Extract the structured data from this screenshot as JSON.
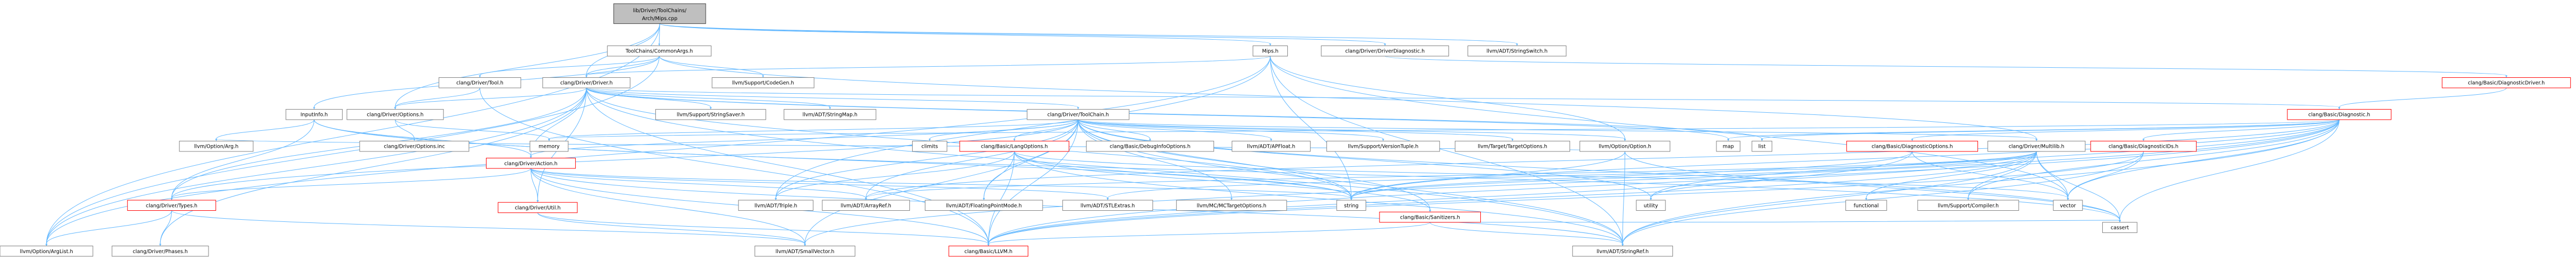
{
  "colors": {
    "root_fill": "#bfbfbf",
    "root_border": "#404040",
    "node_fill": "#ffffff",
    "node_border": "#808080",
    "error_border": "#ff0000",
    "edge": "#63b8ff",
    "text": "#000000"
  },
  "root": "lib/Driver/ToolChains/Arch/Mips.cpp",
  "nodes": [
    {
      "id": "mips_cpp",
      "label": "lib/Driver/ToolChains/Arch/Mips.cpp",
      "kind": "root"
    },
    {
      "id": "cmn_args_h",
      "label": "ToolChains/CommonArgs.h",
      "kind": "normal"
    },
    {
      "id": "mips_h",
      "label": "Mips.h",
      "kind": "normal"
    },
    {
      "id": "drv_diag_h",
      "label": "clang/Driver/DriverDiagnostic.h",
      "kind": "normal"
    },
    {
      "id": "strswitch_h",
      "label": "llvm/ADT/StringSwitch.h",
      "kind": "normal"
    },
    {
      "id": "tool_h",
      "label": "clang/Driver/Tool.h",
      "kind": "normal"
    },
    {
      "id": "driver_h",
      "label": "clang/Driver/Driver.h",
      "kind": "normal"
    },
    {
      "id": "codegen_h",
      "label": "llvm/Support/CodeGen.h",
      "kind": "normal"
    },
    {
      "id": "basic_diag_drv_h",
      "label": "clang/Basic/DiagnosticDriver.h",
      "kind": "error"
    },
    {
      "id": "inputinfo_h",
      "label": "InputInfo.h",
      "kind": "normal"
    },
    {
      "id": "options_h",
      "label": "clang/Driver/Options.h",
      "kind": "normal"
    },
    {
      "id": "strsaver_h",
      "label": "llvm/Support/StringSaver.h",
      "kind": "normal"
    },
    {
      "id": "strmap_h",
      "label": "llvm/ADT/StringMap.h",
      "kind": "normal"
    },
    {
      "id": "toolchain_h",
      "label": "clang/Driver/ToolChain.h",
      "kind": "normal"
    },
    {
      "id": "diagnostic_h",
      "label": "clang/Basic/Diagnostic.h",
      "kind": "error"
    },
    {
      "id": "option_arg_h",
      "label": "llvm/Option/Arg.h",
      "kind": "normal"
    },
    {
      "id": "options_inc",
      "label": "clang/Driver/Options.inc",
      "kind": "normal"
    },
    {
      "id": "memory",
      "label": "memory",
      "kind": "normal"
    },
    {
      "id": "action_h",
      "label": "clang/Driver/Action.h",
      "kind": "error"
    },
    {
      "id": "climits",
      "label": "climits",
      "kind": "normal"
    },
    {
      "id": "langopts_h",
      "label": "clang/Basic/LangOptions.h",
      "kind": "error"
    },
    {
      "id": "debuginfo_h",
      "label": "clang/Basic/DebugInfoOptions.h",
      "kind": "normal"
    },
    {
      "id": "apfloat_h",
      "label": "llvm/ADT/APFloat.h",
      "kind": "normal"
    },
    {
      "id": "vtuple_h",
      "label": "llvm/Support/VersionTuple.h",
      "kind": "normal"
    },
    {
      "id": "targetopts_h",
      "label": "llvm/Target/TargetOptions.h",
      "kind": "normal"
    },
    {
      "id": "option_h",
      "label": "llvm/Option/Option.h",
      "kind": "normal"
    },
    {
      "id": "map",
      "label": "map",
      "kind": "normal"
    },
    {
      "id": "list",
      "label": "list",
      "kind": "normal"
    },
    {
      "id": "diagopts_h",
      "label": "clang/Basic/DiagnosticOptions.h",
      "kind": "error"
    },
    {
      "id": "multilib_h",
      "label": "clang/Driver/Multilib.h",
      "kind": "normal"
    },
    {
      "id": "diagids_h",
      "label": "clang/Basic/DiagnosticIDs.h",
      "kind": "error"
    },
    {
      "id": "types_h",
      "label": "clang/Driver/Types.h",
      "kind": "error"
    },
    {
      "id": "util_h",
      "label": "clang/Driver/Util.h",
      "kind": "error"
    },
    {
      "id": "triple_h",
      "label": "llvm/ADT/Triple.h",
      "kind": "normal"
    },
    {
      "id": "arrayref_h",
      "label": "llvm/ADT/ArrayRef.h",
      "kind": "normal"
    },
    {
      "id": "fpmode_h",
      "label": "llvm/ADT/FloatingPointMode.h",
      "kind": "normal"
    },
    {
      "id": "stlextras_h",
      "label": "llvm/ADT/STLExtras.h",
      "kind": "normal"
    },
    {
      "id": "mctarget_h",
      "label": "llvm/MC/MCTargetOptions.h",
      "kind": "normal"
    },
    {
      "id": "string",
      "label": "string",
      "kind": "normal"
    },
    {
      "id": "sanitizers_h",
      "label": "clang/Basic/Sanitizers.h",
      "kind": "error"
    },
    {
      "id": "utility",
      "label": "utility",
      "kind": "normal"
    },
    {
      "id": "functional",
      "label": "functional",
      "kind": "normal"
    },
    {
      "id": "compiler_h",
      "label": "llvm/Support/Compiler.h",
      "kind": "normal"
    },
    {
      "id": "vector",
      "label": "vector",
      "kind": "normal"
    },
    {
      "id": "cassert",
      "label": "cassert",
      "kind": "normal"
    },
    {
      "id": "arglist_h",
      "label": "llvm/Option/ArgList.h",
      "kind": "normal"
    },
    {
      "id": "phases_h",
      "label": "clang/Driver/Phases.h",
      "kind": "normal"
    },
    {
      "id": "smallvec_h",
      "label": "llvm/ADT/SmallVector.h",
      "kind": "normal"
    },
    {
      "id": "llvm_h",
      "label": "clang/Basic/LLVM.h",
      "kind": "error"
    },
    {
      "id": "strref_h",
      "label": "llvm/ADT/StringRef.h",
      "kind": "normal"
    }
  ],
  "edges": [
    [
      "mips_cpp",
      "cmn_args_h"
    ],
    [
      "mips_cpp",
      "mips_h"
    ],
    [
      "mips_cpp",
      "drv_diag_h"
    ],
    [
      "mips_cpp",
      "strswitch_h"
    ],
    [
      "mips_cpp",
      "driver_h"
    ],
    [
      "mips_cpp",
      "options_h"
    ],
    [
      "mips_cpp",
      "arglist_h"
    ],
    [
      "cmn_args_h",
      "tool_h"
    ],
    [
      "cmn_args_h",
      "driver_h"
    ],
    [
      "cmn_args_h",
      "codegen_h"
    ],
    [
      "cmn_args_h",
      "inputinfo_h"
    ],
    [
      "cmn_args_h",
      "multilib_h"
    ],
    [
      "cmn_args_h",
      "arglist_h"
    ],
    [
      "mips_h",
      "driver_h"
    ],
    [
      "mips_h",
      "strref_h"
    ],
    [
      "mips_h",
      "triple_h"
    ],
    [
      "mips_h",
      "arglist_h"
    ],
    [
      "mips_h",
      "option_h"
    ],
    [
      "mips_h",
      "string"
    ],
    [
      "mips_h",
      "vector"
    ],
    [
      "drv_diag_h",
      "basic_diag_drv_h"
    ],
    [
      "basic_diag_drv_h",
      "diagnostic_h"
    ],
    [
      "tool_h",
      "llvm_h"
    ],
    [
      "tool_h",
      "options_h"
    ],
    [
      "driver_h",
      "action_h"
    ],
    [
      "driver_h",
      "options_h"
    ],
    [
      "driver_h",
      "phases_h"
    ],
    [
      "driver_h",
      "toolchain_h"
    ],
    [
      "driver_h",
      "types_h"
    ],
    [
      "driver_h",
      "util_h"
    ],
    [
      "driver_h",
      "strmap_h"
    ],
    [
      "driver_h",
      "strref_h"
    ],
    [
      "driver_h",
      "arglist_h"
    ],
    [
      "driver_h",
      "strsaver_h"
    ],
    [
      "driver_h",
      "list"
    ],
    [
      "driver_h",
      "map"
    ],
    [
      "driver_h",
      "string"
    ],
    [
      "driver_h",
      "diagnostic_h"
    ],
    [
      "driver_h",
      "llvm_h"
    ],
    [
      "inputinfo_h",
      "action_h"
    ],
    [
      "inputinfo_h",
      "types_h"
    ],
    [
      "inputinfo_h",
      "option_arg_h"
    ],
    [
      "inputinfo_h",
      "cassert"
    ],
    [
      "inputinfo_h",
      "string"
    ],
    [
      "options_h",
      "options_inc"
    ],
    [
      "options_h",
      "memory"
    ],
    [
      "toolchain_h",
      "debuginfo_h"
    ],
    [
      "toolchain_h",
      "llvm_h"
    ],
    [
      "toolchain_h",
      "langopts_h"
    ],
    [
      "toolchain_h",
      "sanitizers_h"
    ],
    [
      "toolchain_h",
      "action_h"
    ],
    [
      "toolchain_h",
      "multilib_h"
    ],
    [
      "toolchain_h",
      "types_h"
    ],
    [
      "toolchain_h",
      "apfloat_h"
    ],
    [
      "toolchain_h",
      "arrayref_h"
    ],
    [
      "toolchain_h",
      "fpmode_h"
    ],
    [
      "toolchain_h",
      "smallvec_h"
    ],
    [
      "toolchain_h",
      "strref_h"
    ],
    [
      "toolchain_h",
      "triple_h"
    ],
    [
      "toolchain_h",
      "mctarget_h"
    ],
    [
      "toolchain_h",
      "option_h"
    ],
    [
      "toolchain_h",
      "vtuple_h"
    ],
    [
      "toolchain_h",
      "targetopts_h"
    ],
    [
      "toolchain_h",
      "cassert"
    ],
    [
      "toolchain_h",
      "climits"
    ],
    [
      "toolchain_h",
      "memory"
    ],
    [
      "toolchain_h",
      "string"
    ],
    [
      "toolchain_h",
      "utility"
    ],
    [
      "diagnostic_h",
      "diagids_h"
    ],
    [
      "diagnostic_h",
      "diagopts_h"
    ],
    [
      "diagnostic_h",
      "arrayref_h"
    ],
    [
      "diagnostic_h",
      "compiler_h"
    ],
    [
      "diagnostic_h",
      "smallvec_h"
    ],
    [
      "diagnostic_h",
      "strref_h"
    ],
    [
      "diagnostic_h",
      "llvm_h"
    ],
    [
      "diagnostic_h",
      "cassert"
    ],
    [
      "diagnostic_h",
      "list"
    ],
    [
      "diagnostic_h",
      "map"
    ],
    [
      "diagnostic_h",
      "memory"
    ],
    [
      "diagnostic_h",
      "string"
    ],
    [
      "diagnostic_h",
      "utility"
    ],
    [
      "diagnostic_h",
      "vector"
    ],
    [
      "action_h",
      "llvm_h"
    ],
    [
      "action_h",
      "types_h"
    ],
    [
      "action_h",
      "util_h"
    ],
    [
      "action_h",
      "arrayref_h"
    ],
    [
      "action_h",
      "stlextras_h"
    ],
    [
      "action_h",
      "smallvec_h"
    ],
    [
      "action_h",
      "strref_h"
    ],
    [
      "action_h",
      "string"
    ],
    [
      "langopts_h",
      "llvm_h"
    ],
    [
      "langopts_h",
      "sanitizers_h"
    ],
    [
      "langopts_h",
      "fpmode_h"
    ],
    [
      "langopts_h",
      "strref_h"
    ],
    [
      "langopts_h",
      "triple_h"
    ],
    [
      "langopts_h",
      "string"
    ],
    [
      "langopts_h",
      "vector"
    ],
    [
      "option_h",
      "option_arg_h"
    ],
    [
      "option_h",
      "strref_h"
    ],
    [
      "option_h",
      "cassert"
    ],
    [
      "option_h",
      "string"
    ],
    [
      "diagopts_h",
      "llvm_h"
    ],
    [
      "diagopts_h",
      "string"
    ],
    [
      "diagopts_h",
      "vector"
    ],
    [
      "multilib_h",
      "llvm_h"
    ],
    [
      "multilib_h",
      "arrayref_h"
    ],
    [
      "multilib_h",
      "stlextras_h"
    ],
    [
      "multilib_h",
      "strref_h"
    ],
    [
      "multilib_h",
      "compiler_h"
    ],
    [
      "multilib_h",
      "cassert"
    ],
    [
      "multilib_h",
      "functional"
    ],
    [
      "multilib_h",
      "string"
    ],
    [
      "multilib_h",
      "utility"
    ],
    [
      "multilib_h",
      "vector"
    ],
    [
      "diagids_h",
      "llvm_h"
    ],
    [
      "diagids_h",
      "strref_h"
    ],
    [
      "diagids_h",
      "vector"
    ],
    [
      "types_h",
      "phases_h"
    ],
    [
      "types_h",
      "smallvec_h"
    ],
    [
      "types_h",
      "arglist_h"
    ],
    [
      "util_h",
      "llvm_h"
    ],
    [
      "util_h",
      "smallvec_h"
    ],
    [
      "sanitizers_h",
      "llvm_h"
    ],
    [
      "sanitizers_h",
      "strref_h"
    ],
    [
      "sanitizers_h",
      "cassert"
    ]
  ]
}
